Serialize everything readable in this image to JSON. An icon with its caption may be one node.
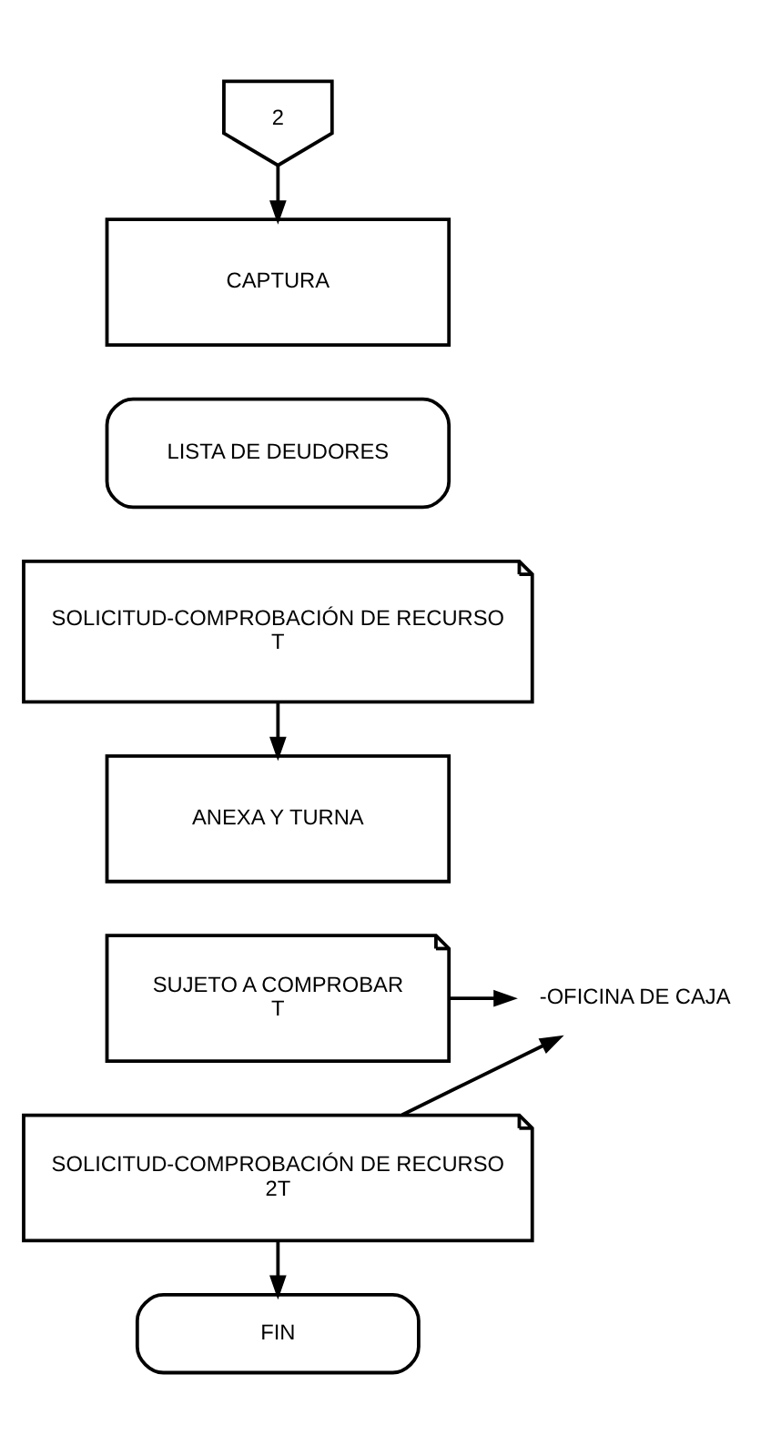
{
  "diagram": {
    "nodes": [
      {
        "text": [
          "2"
        ]
      },
      {
        "text": [
          "CAPTURA"
        ]
      },
      {
        "text": [
          "LISTA DE DEUDORES"
        ]
      },
      {
        "text": [
          "SOLICITUD-COMPROBACIÓN DE RECURSO",
          "T"
        ]
      },
      {
        "text": [
          "ANEXA Y TURNA"
        ]
      },
      {
        "text": [
          "SUJETO A COMPROBAR",
          "T"
        ]
      },
      {
        "text": [
          "SOLICITUD-COMPROBACIÓN DE RECURSO",
          "2T"
        ]
      },
      {
        "text": [
          "-OFICINA DE CAJA"
        ]
      },
      {
        "text": [
          "FIN"
        ]
      }
    ],
    "edges": [
      {
        "from": 0,
        "to": 1,
        "arrow": "to"
      },
      {
        "from": 3,
        "to": 4,
        "arrow": "to"
      },
      {
        "from": 5,
        "to": 7,
        "arrow": "to"
      },
      {
        "from": 6,
        "to": 7,
        "arrow": "to"
      },
      {
        "from": 6,
        "to": 8,
        "arrow": "to"
      }
    ]
  }
}
